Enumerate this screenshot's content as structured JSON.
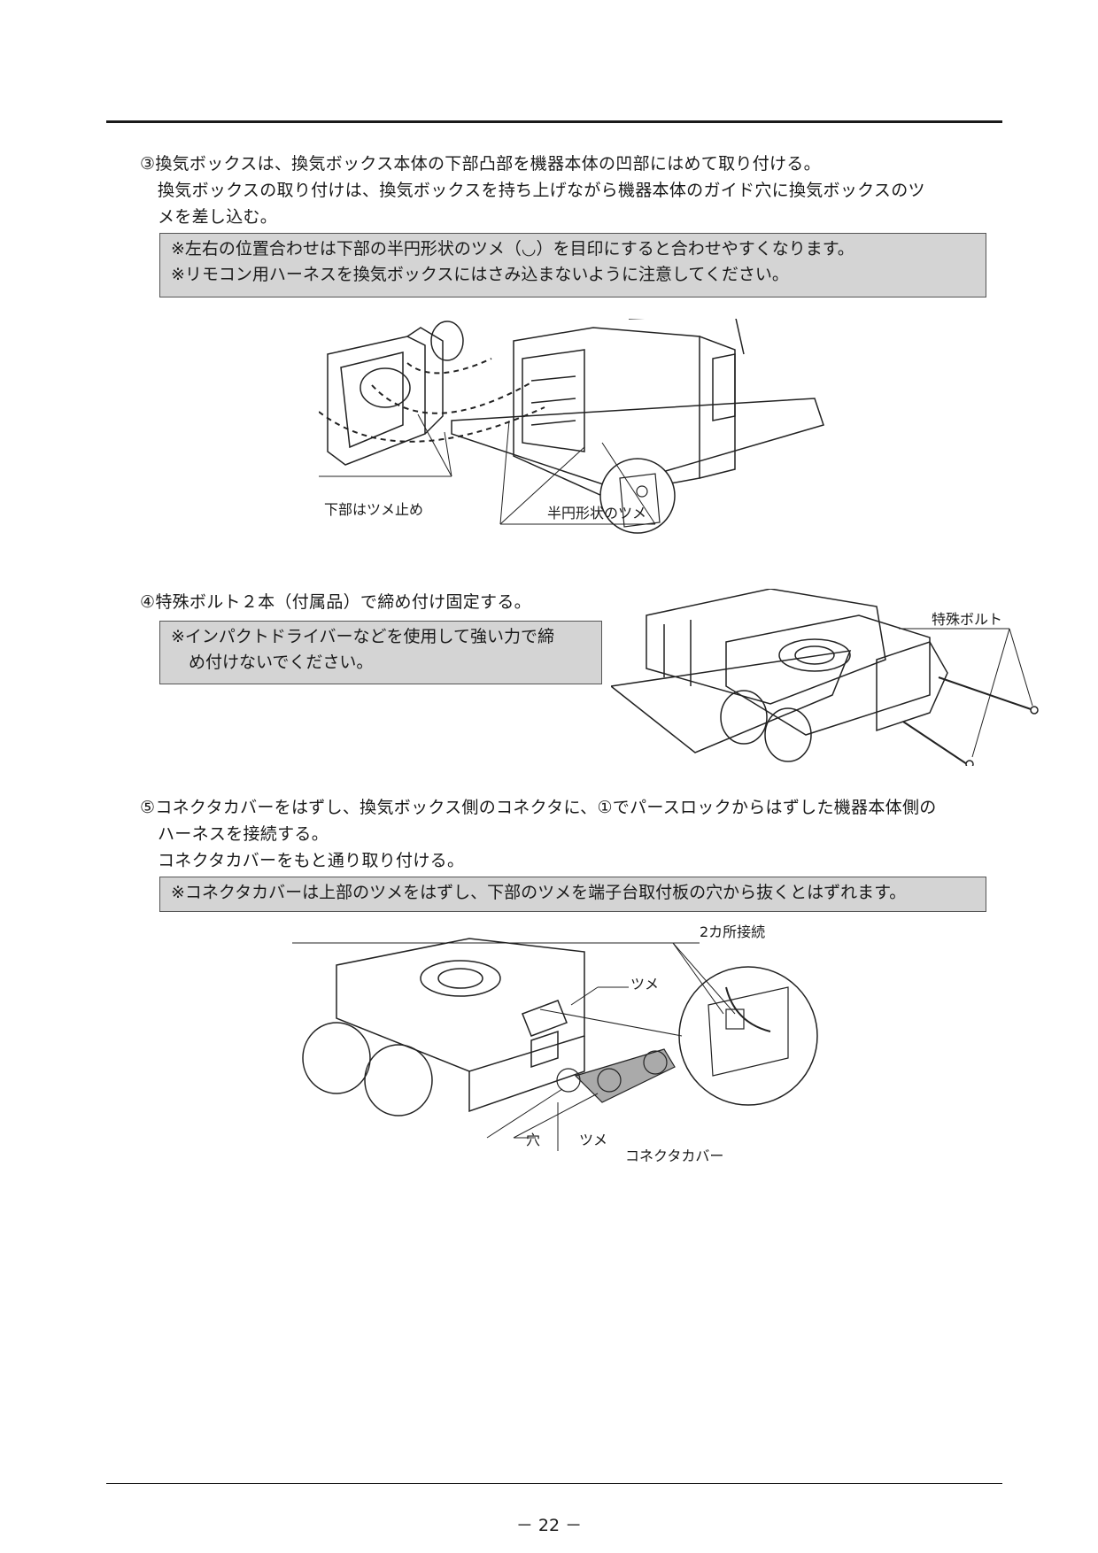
{
  "step3": {
    "line1": "③換気ボックスは、換気ボックス本体の下部凸部を機器本体の凹部にはめて取り付ける。",
    "line2": "換気ボックスの取り付けは、換気ボックスを持ち上げながら機器本体のガイド穴に換気ボックスのツ",
    "line3": "メを差し込む。",
    "note_line1": "※左右の位置合わせは下部の半円形状のツメ（◡）を目印にすると合わせやすくなります。",
    "note_line2": "※リモコン用ハーネスを換気ボックスにはさみ込まないように注意してください。",
    "fig_labels": {
      "bottom_claw": "下部はツメ止め",
      "half_circle_claw": "半円形状のツメ"
    }
  },
  "step4": {
    "line1": "④特殊ボルト２本（付属品）で締め付け固定する。",
    "note_line1": "※インパクトドライバーなどを使用して強い力で締",
    "note_line2": "め付けないでください。",
    "fig_labels": {
      "special_bolt": "特殊ボルト"
    }
  },
  "step5": {
    "line1": "⑤コネクタカバーをはずし、換気ボックス側のコネクタに、①でパースロックからはずした機器本体側の",
    "line2": "ハーネスを接続する。",
    "line3": "コネクタカバーをもと通り取り付ける。",
    "note_line1": "※コネクタカバーは上部のツメをはずし、下部のツメを端子台取付板の穴から抜くとはずれます。",
    "fig_labels": {
      "two_connections": "2カ所接続",
      "claw_top": "ツメ",
      "hole": "穴",
      "claw_bottom": "ツメ",
      "connector_cover": "コネクタカバー"
    }
  },
  "footer": {
    "page_number": "－ 22 －"
  }
}
